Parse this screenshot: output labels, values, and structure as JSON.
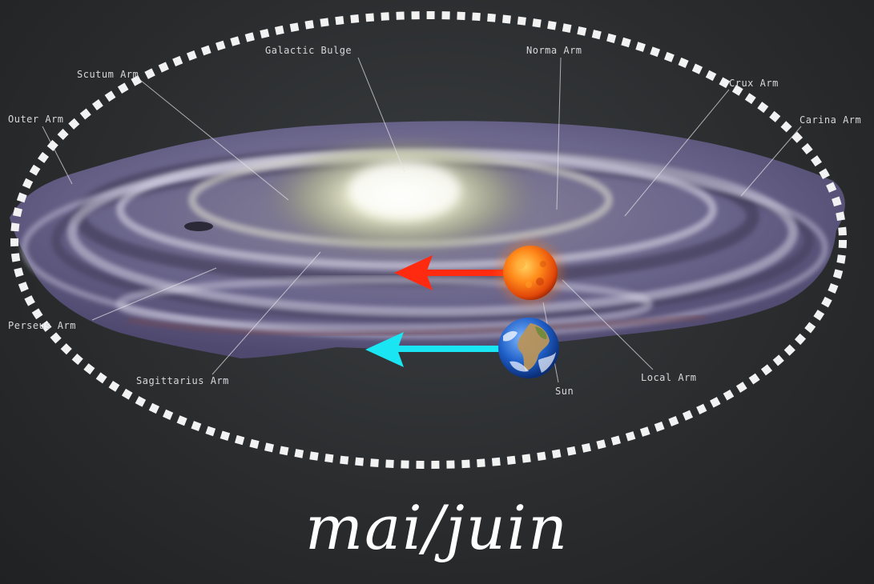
{
  "labels": {
    "galactic_bulge": "Galactic Bulge",
    "norma_arm": "Norma Arm",
    "scutum_arm": "Scutum Arm",
    "crux_arm": "Crux Arm",
    "outer_arm": "Outer Arm",
    "carina_arm": "Carina Arm",
    "perseus_arm": "Perseus Arm",
    "sagittarius_arm": "Sagittarius Arm",
    "local_arm": "Local Arm",
    "sun": "Sun"
  },
  "caption": "mai/juin",
  "colors": {
    "sun_arrow": "#ff2a10",
    "earth_arrow": "#19e6f2",
    "orbit_dots": "#f2f2f2",
    "galaxy_tint": "#8a82b0",
    "bulge_glow": "#f4f4d8"
  }
}
